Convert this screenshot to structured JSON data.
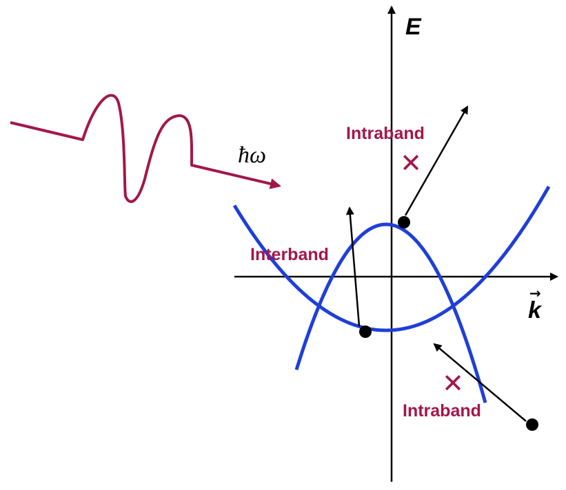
{
  "colors": {
    "band": "#1f3fd8",
    "label": "#a3164a",
    "wave": "#a3164a",
    "axis": "#000000",
    "arrow": "#000000",
    "point": "#000000"
  },
  "axes": {
    "energy_label": "E",
    "momentum_label": "k",
    "momentum_vector_mark": "→"
  },
  "photon": {
    "label": "ħω"
  },
  "labels": {
    "intraband_upper": "Intraband",
    "intraband_lower": "Intraband",
    "interband": "Interband",
    "forbidden_mark": "✕"
  }
}
